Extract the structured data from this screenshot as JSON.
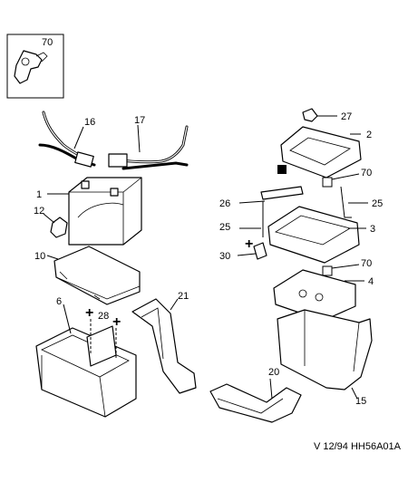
{
  "callouts": {
    "c70_inset": "70",
    "c16": "16",
    "c17": "17",
    "c27": "27",
    "c2": "2",
    "c70_a": "70",
    "c1": "1",
    "c26": "26",
    "c25_right": "25",
    "c12": "12",
    "c25_left": "25",
    "c3": "3",
    "c30": "30",
    "c10": "10",
    "c70_b": "70",
    "c4": "4",
    "c6": "6",
    "c21": "21",
    "c28": "28",
    "c20": "20",
    "c15": "15"
  },
  "reference": "V 12/94  HH56A01A",
  "symbols": {
    "plus": "+",
    "plus_terminal": "+"
  }
}
